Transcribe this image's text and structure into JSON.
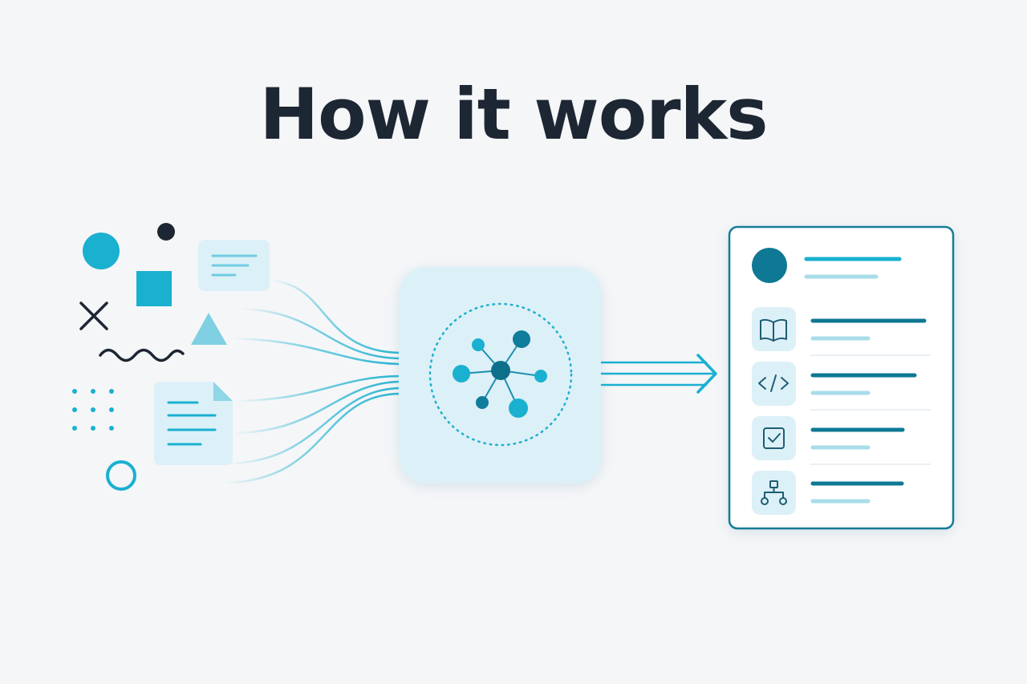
{
  "header": {
    "title": "How it works"
  },
  "colors": {
    "background": "#f5f6f8",
    "title": "#1d2733",
    "accent": "#1ab0d0",
    "accent_dark": "#0e7894",
    "accent_light": "#dcf0f7",
    "card_border": "#137c96"
  },
  "diagram": {
    "inputs": {
      "shapes": [
        "circle-shape",
        "dot-shape",
        "square-shape",
        "cross-shape",
        "triangle-shape",
        "wave-shape",
        "dot-grid-shape",
        "ring-shape"
      ],
      "items": [
        "message-card",
        "document-card"
      ]
    },
    "processor": {
      "icon": "network-hub-icon"
    },
    "output": {
      "rows": [
        {
          "icon": "avatar"
        },
        {
          "icon": "book-icon"
        },
        {
          "icon": "code-icon"
        },
        {
          "icon": "checkbox-icon"
        },
        {
          "icon": "hierarchy-icon"
        }
      ]
    }
  }
}
